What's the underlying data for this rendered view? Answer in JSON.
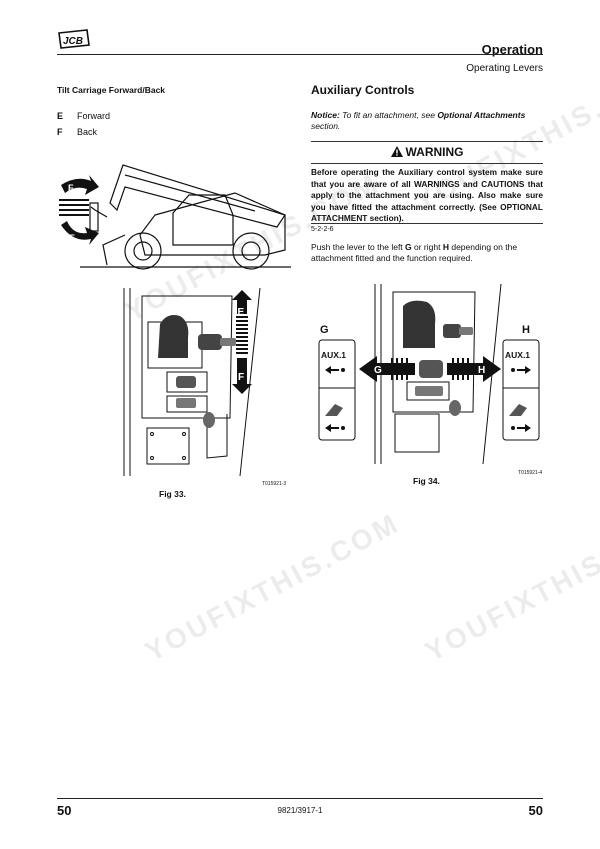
{
  "header": {
    "logo": "JCB",
    "title": "Operation",
    "subtitle": "Operating Levers"
  },
  "left": {
    "heading": "Tilt Carriage Forward/Back",
    "items": [
      {
        "key": "E",
        "label": "Forward"
      },
      {
        "key": "F",
        "label": "Back"
      }
    ],
    "fig_label": "Fig 33.",
    "fig_code": "T015921-3",
    "arrow_labels": {
      "f": "F",
      "e": "E"
    }
  },
  "right": {
    "heading": "Auxiliary Controls",
    "notice_prefix": "Notice:",
    "notice_text": " To fit an attachment, see ",
    "notice_link": "Optional Attachments",
    "notice_end": " section.",
    "warning_title": "WARNING",
    "warning_text": "Before operating the Auxiliary control system make sure that you are aware of all WARNINGS and CAUTIONS that apply to the attachment you are using. Also make sure you have fitted the attachment correctly. (See OPTIONAL ATTACHMENT section).",
    "warning_code": "5-2-2-6",
    "para_1": "Push the lever to the left ",
    "para_g": "G",
    "para_2": " or right ",
    "para_h": "H",
    "para_3": " depending on the attachment fitted and the function required.",
    "fig_label": "Fig 34.",
    "fig_code": "T015921-4",
    "left_key": "G",
    "right_key": "H",
    "aux_label": "AUX.1"
  },
  "footer": {
    "page_left": "50",
    "doc_number": "9821/3917-1",
    "page_right": "50"
  },
  "watermark": {
    "text": "YOUFIXTHIS.COM"
  }
}
